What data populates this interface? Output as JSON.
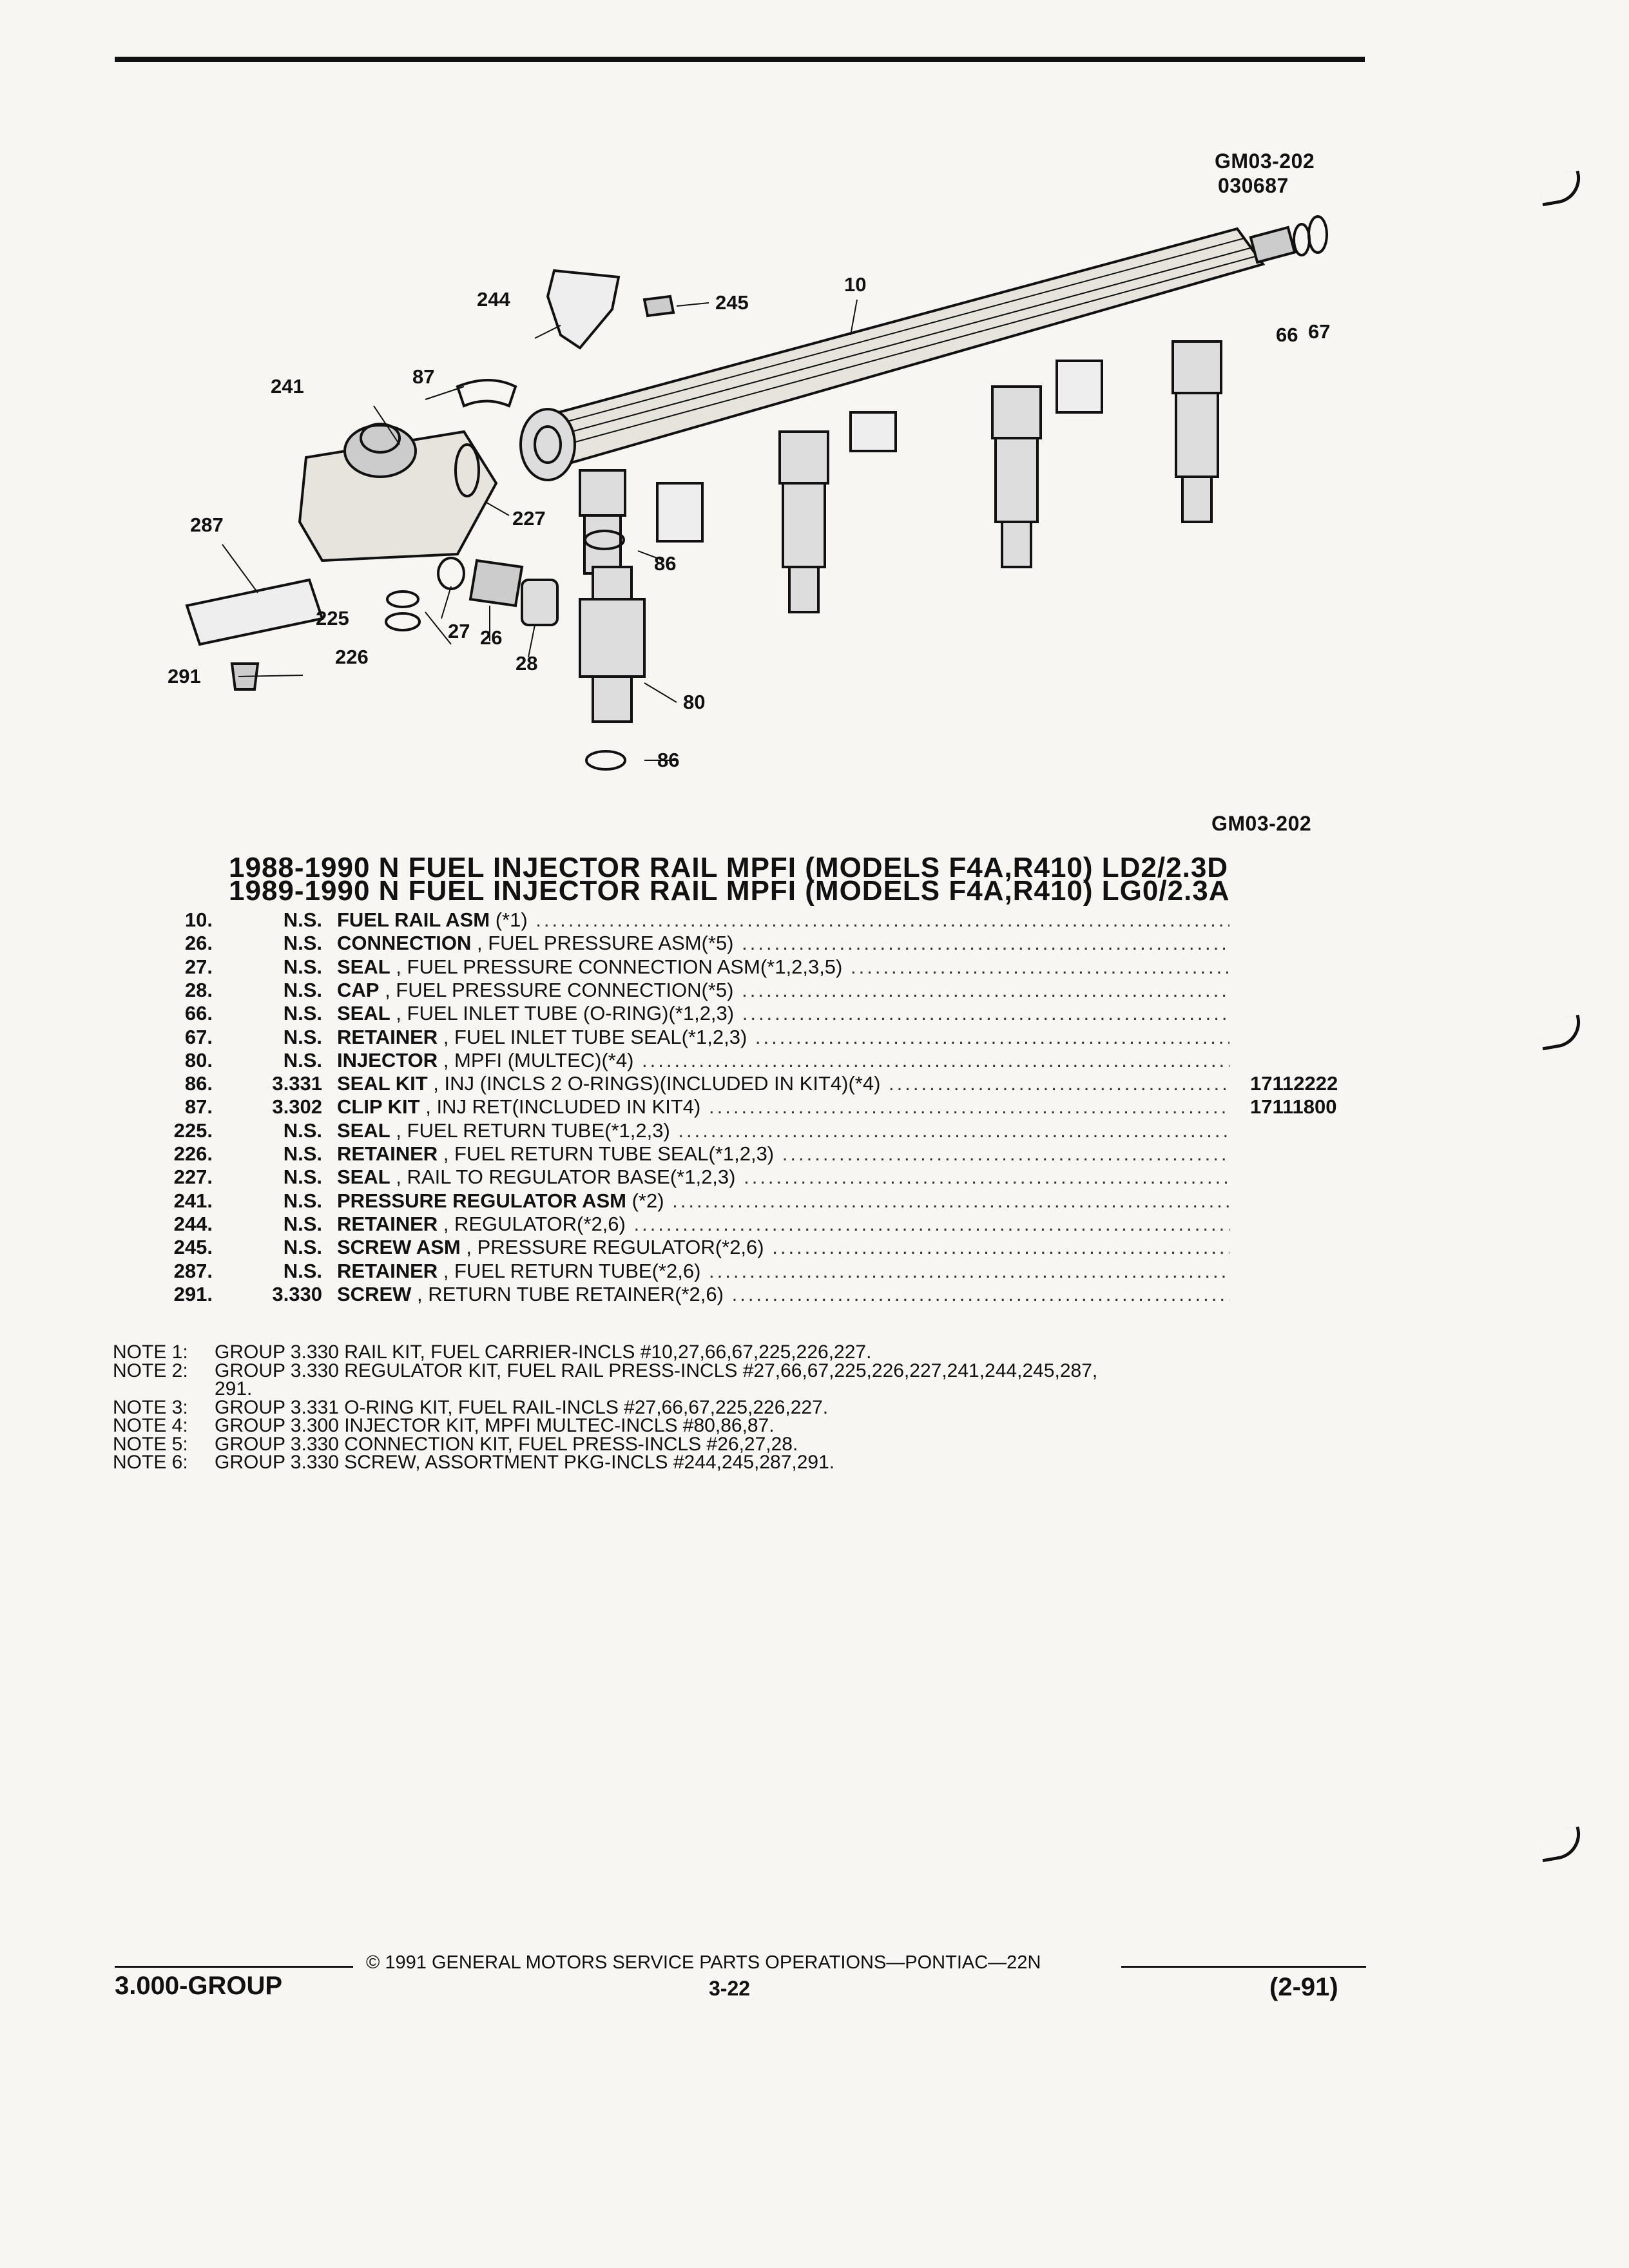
{
  "header": {
    "ref_code": "GM03-202",
    "ref_date": "030687"
  },
  "diagram": {
    "callouts": [
      "10",
      "244",
      "245",
      "241",
      "87",
      "66",
      "67",
      "287",
      "227",
      "86",
      "225",
      "27",
      "26",
      "28",
      "226",
      "291",
      "80",
      "86"
    ],
    "figure_code": "GM03-202"
  },
  "titles": [
    "1988-1990 N FUEL INJECTOR RAIL MPFI (MODELS F4A,R410) LD2/2.3D",
    "1989-1990 N FUEL INJECTOR RAIL MPFI (MODELS F4A,R410) LG0/2.3A"
  ],
  "parts": [
    {
      "num": "10.",
      "group": "N.S.",
      "name": "FUEL RAIL ASM",
      "detail": " (*1)",
      "part_no": ""
    },
    {
      "num": "26.",
      "group": "N.S.",
      "name": "CONNECTION",
      "detail": " , FUEL PRESSURE ASM(*5)",
      "part_no": ""
    },
    {
      "num": "27.",
      "group": "N.S.",
      "name": "SEAL",
      "detail": " , FUEL PRESSURE CONNECTION ASM(*1,2,3,5)",
      "part_no": ""
    },
    {
      "num": "28.",
      "group": "N.S.",
      "name": "CAP",
      "detail": " , FUEL PRESSURE CONNECTION(*5)",
      "part_no": ""
    },
    {
      "num": "66.",
      "group": "N.S.",
      "name": "SEAL",
      "detail": " , FUEL INLET TUBE (O-RING)(*1,2,3)",
      "part_no": ""
    },
    {
      "num": "67.",
      "group": "N.S.",
      "name": "RETAINER",
      "detail": " , FUEL INLET TUBE SEAL(*1,2,3)",
      "part_no": ""
    },
    {
      "num": "80.",
      "group": "N.S.",
      "name": "INJECTOR",
      "detail": " , MPFI (MULTEC)(*4)",
      "part_no": ""
    },
    {
      "num": "86.",
      "group": "3.331",
      "name": "SEAL KIT",
      "detail": " , INJ (INCLS 2 O-RINGS)(INCLUDED IN KIT4)(*4)",
      "part_no": "17112222"
    },
    {
      "num": "87.",
      "group": "3.302",
      "name": "CLIP KIT",
      "detail": " , INJ RET(INCLUDED IN KIT4)",
      "part_no": "17111800"
    },
    {
      "num": "225.",
      "group": "N.S.",
      "name": "SEAL",
      "detail": " , FUEL RETURN TUBE(*1,2,3)",
      "part_no": ""
    },
    {
      "num": "226.",
      "group": "N.S.",
      "name": "RETAINER",
      "detail": " , FUEL RETURN TUBE SEAL(*1,2,3)",
      "part_no": ""
    },
    {
      "num": "227.",
      "group": "N.S.",
      "name": "SEAL",
      "detail": " , RAIL TO REGULATOR BASE(*1,2,3)",
      "part_no": ""
    },
    {
      "num": "241.",
      "group": "N.S.",
      "name": "PRESSURE REGULATOR ASM",
      "detail": " (*2)",
      "part_no": ""
    },
    {
      "num": "244.",
      "group": "N.S.",
      "name": "RETAINER",
      "detail": " , REGULATOR(*2,6)",
      "part_no": ""
    },
    {
      "num": "245.",
      "group": "N.S.",
      "name": "SCREW ASM",
      "detail": " , PRESSURE REGULATOR(*2,6)",
      "part_no": ""
    },
    {
      "num": "287.",
      "group": "N.S.",
      "name": "RETAINER",
      "detail": " , FUEL RETURN TUBE(*2,6)",
      "part_no": ""
    },
    {
      "num": "291.",
      "group": "3.330",
      "name": "SCREW",
      "detail": " , RETURN TUBE RETAINER(*2,6)",
      "part_no": ""
    }
  ],
  "notes": [
    {
      "label": "NOTE 1:",
      "text": "GROUP 3.330 RAIL KIT, FUEL CARRIER-INCLS #10,27,66,67,225,226,227."
    },
    {
      "label": "NOTE 2:",
      "text": "GROUP 3.330 REGULATOR KIT, FUEL RAIL PRESS-INCLS #27,66,67,225,226,227,241,244,245,287,",
      "cont": "291."
    },
    {
      "label": "NOTE 3:",
      "text": "GROUP 3.331 O-RING KIT, FUEL RAIL-INCLS #27,66,67,225,226,227."
    },
    {
      "label": "NOTE 4:",
      "text": "GROUP 3.300 INJECTOR KIT, MPFI MULTEC-INCLS #80,86,87."
    },
    {
      "label": "NOTE 5:",
      "text": "GROUP 3.330 CONNECTION KIT, FUEL PRESS-INCLS #26,27,28."
    },
    {
      "label": "NOTE 6:",
      "text": "GROUP 3.330 SCREW, ASSORTMENT PKG-INCLS #244,245,287,291."
    }
  ],
  "footer": {
    "copyright": "© 1991 GENERAL MOTORS SERVICE PARTS OPERATIONS—PONTIAC—22N",
    "group": "3.000-GROUP",
    "page": "3-22",
    "date": "(2-91)"
  }
}
